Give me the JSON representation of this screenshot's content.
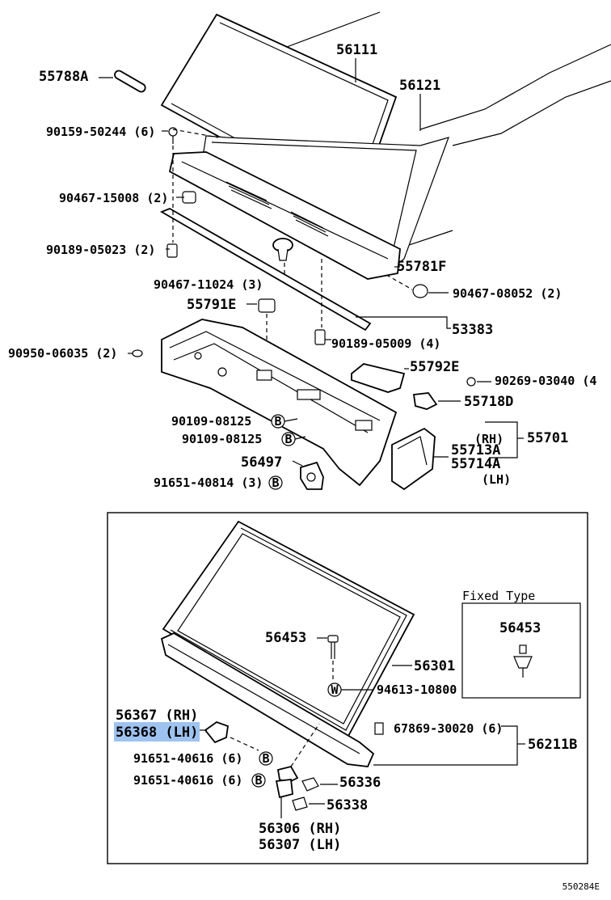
{
  "diagram_id": "550284E",
  "badges": {
    "bolt_symbol": "B",
    "washer_symbol": "W"
  },
  "labels": {
    "p56111": "56111",
    "p56121": "56121",
    "p55788A": "55788A",
    "p90159": "90159-50244 (6)",
    "p90467_15008": "90467-15008 (2)",
    "p90189_05023": "90189-05023 (2)",
    "p90467_11024": "90467-11024 (3)",
    "p55781F": "55781F",
    "p90467_08052": "90467-08052 (2)",
    "p55791E": "55791E",
    "p53383": "53383",
    "p90189_05009": "90189-05009 (4)",
    "p90950": "90950-06035 (2)",
    "p55792E": "55792E",
    "p90269": "90269-03040 (4",
    "p55718D": "55718D",
    "p90109_a": "90109-08125",
    "p90109_b": "90109-08125",
    "rh": "(RH)",
    "p55701": "55701",
    "p55713A": "55713A",
    "p55714A": "55714A",
    "lh": "(LH)",
    "p56497": "56497",
    "p91651_40814": "91651-40814 (3)",
    "fixed_type": "Fixed Type",
    "p56453": "56453",
    "p56453_fixed": "56453",
    "p56301": "56301",
    "p94613": "94613-10800",
    "p56367": "56367 (RH)",
    "p56368": "56368 (LH)",
    "p67869": "67869-30020 (6)",
    "p56211B": "56211B",
    "p91651_40616_a": "91651-40616 (6)",
    "p91651_40616_b": "91651-40616 (6)",
    "p56336": "56336",
    "p56338": "56338",
    "p56306": "56306 (RH)",
    "p56307": "56307 (LH)"
  },
  "highlight_color": "#9ec3f0"
}
